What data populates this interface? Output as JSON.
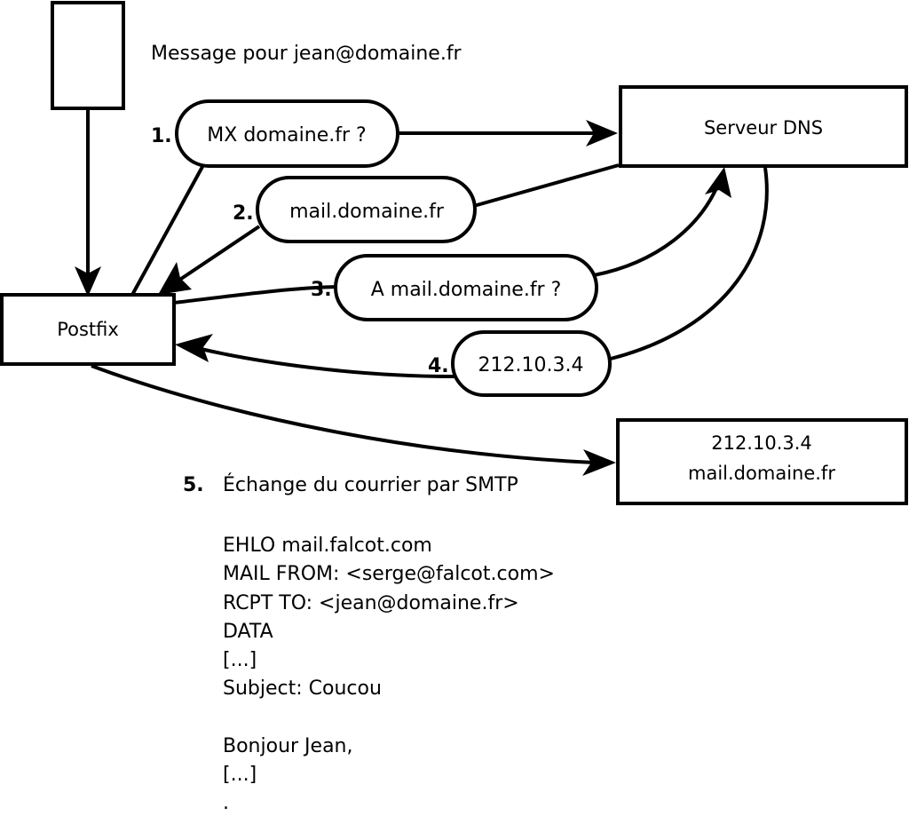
{
  "diagram": {
    "title_caption": "Message pour jean@domaine.fr",
    "nodes": {
      "client": {
        "label": ""
      },
      "mta": {
        "label": "Postfix"
      },
      "dns": {
        "label": "Serveur DNS"
      },
      "remote_mx": {
        "line1": "212.10.3.4",
        "line2": "mail.domaine.fr"
      }
    },
    "steps": [
      {
        "num": "1.",
        "label": "MX domaine.fr ?"
      },
      {
        "num": "2.",
        "label": "mail.domaine.fr"
      },
      {
        "num": "3.",
        "label": "A mail.domaine.fr ?"
      },
      {
        "num": "4.",
        "label": "212.10.3.4"
      },
      {
        "num": "5.",
        "label": "Échange du courrier par SMTP"
      }
    ],
    "smtp_transcript": [
      "EHLO mail.falcot.com",
      "MAIL FROM: <serge@falcot.com>",
      "RCPT TO: <jean@domaine.fr>",
      "DATA",
      "[...]",
      "Subject: Coucou",
      "",
      "Bonjour Jean,",
      "[...]",
      "."
    ],
    "colors": {
      "stroke": "#000000",
      "fill": "#ffffff",
      "text": "#000000"
    }
  }
}
